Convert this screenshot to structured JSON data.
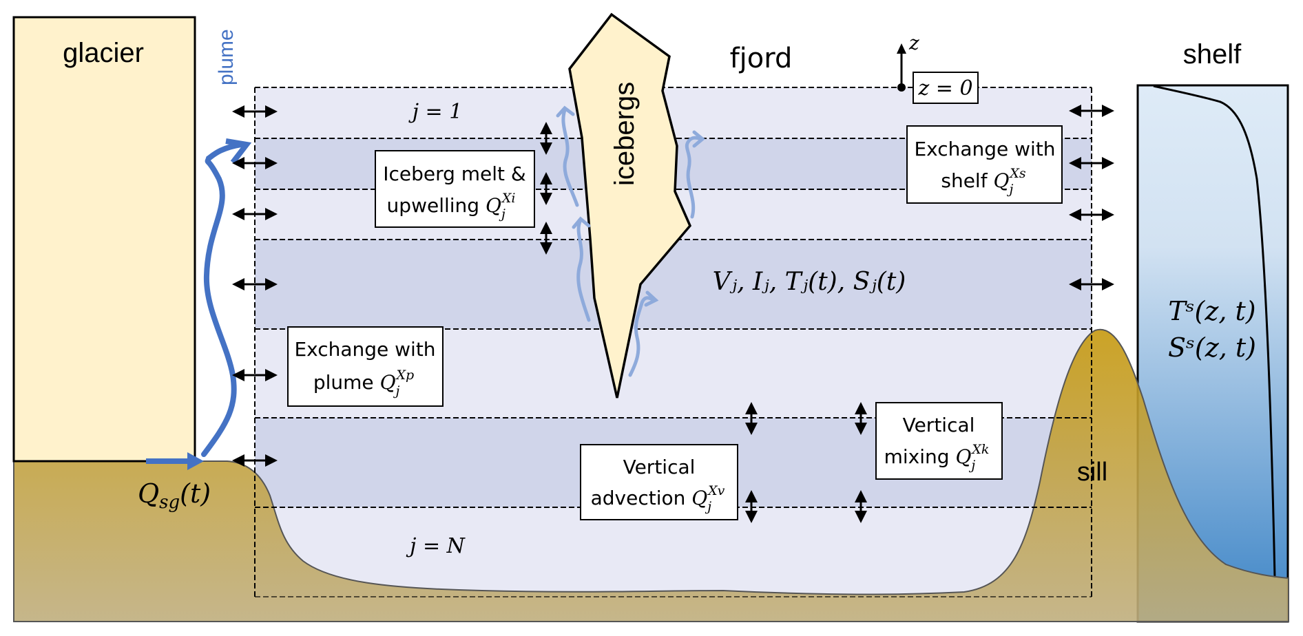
{
  "title": "Fjord box model schematic",
  "labels": {
    "glacier": "glacier",
    "plume": "plume",
    "icebergs": "icebergs",
    "fjord": "fjord",
    "shelf": "shelf",
    "sill": "sill",
    "z_axis": "z",
    "z_zero": "z = 0",
    "j_first": "j = 1",
    "j_last": "j = N",
    "layer_state": "Vⱼ, Iⱼ, Tⱼ(t), Sⱼ(t)",
    "subglacial_discharge": "Q",
    "subglacial_discharge_sub": "sg",
    "subglacial_discharge_arg": "(t)",
    "shelf_T": "Tˢ(z, t)",
    "shelf_S": "Sˢ(z, t)"
  },
  "boxes": {
    "iceberg_melt": {
      "line1": "Iceberg melt &",
      "line2": "upwelling",
      "sup": "Xi"
    },
    "exchange_shelf": {
      "line1": "Exchange with",
      "line2": "shelf",
      "sup": "Xs"
    },
    "exchange_plume": {
      "line1": "Exchange with",
      "line2": "plume",
      "sup": "Xp"
    },
    "vertical_advection": {
      "line1": "Vertical",
      "line2": "advection",
      "sup": "Xv"
    },
    "vertical_mixing": {
      "line1": "Vertical",
      "line2": "mixing",
      "sup": "Xk"
    }
  },
  "flux_symbol": "Q",
  "flux_subscript": "j",
  "layers": {
    "count_shown": 7
  },
  "colors": {
    "glacier_fill": "#fff2cc",
    "plume_blue": "#4472c4",
    "upwelling_blue": "#8eaadb",
    "layer_light": "#e8e9f5",
    "layer_dark": "#d0d5ea",
    "ground_top": "#c49a2c",
    "ground_bottom": "#bfae7e",
    "shelf_top": "#dde9f6",
    "shelf_bottom": "#3f86c6"
  }
}
